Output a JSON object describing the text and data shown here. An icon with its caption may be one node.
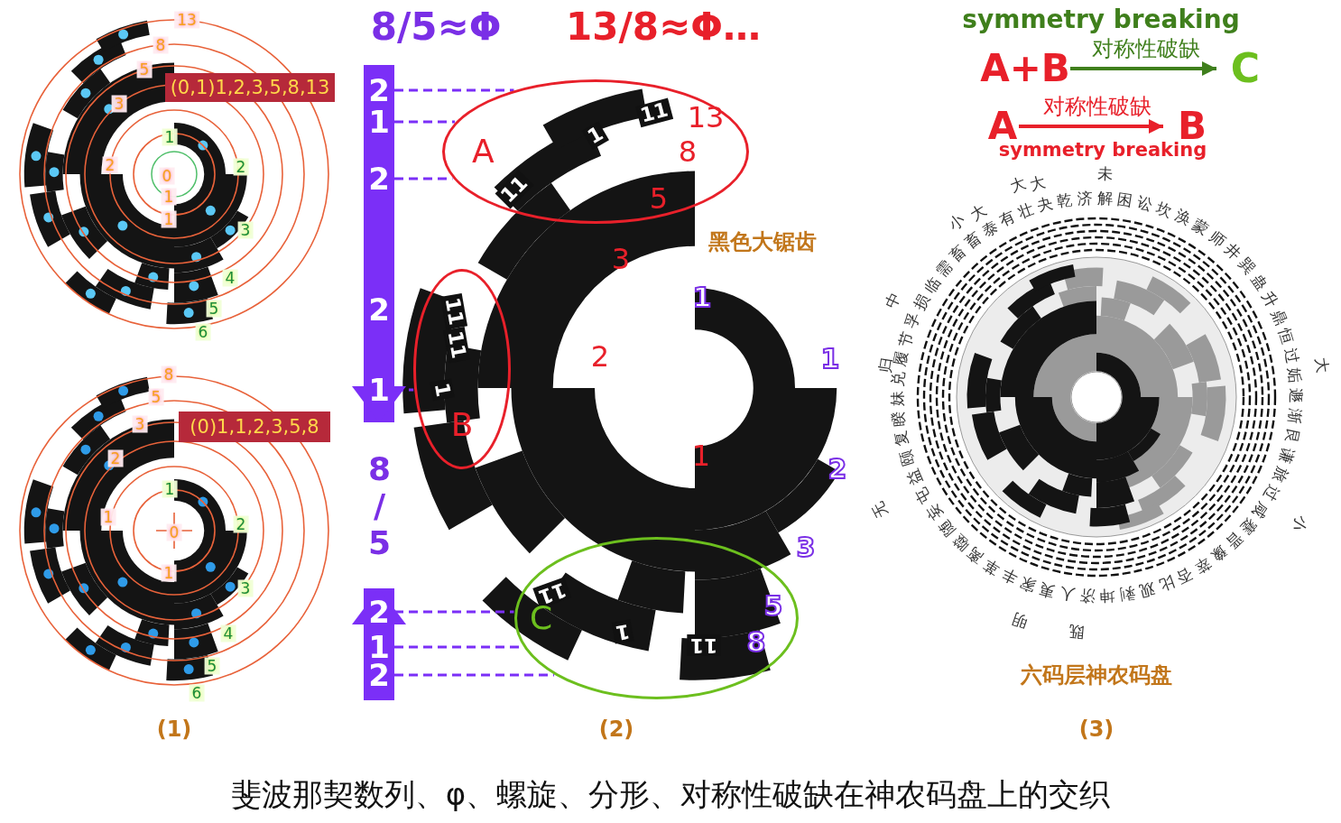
{
  "diagram": {
    "caption": "斐波那契数列、φ、螺旋、分形、对称性破缺在神农码盘上的交织",
    "nodes": [
      {
        "text": [
          "A+B"
        ]
      },
      {
        "text": [
          "C"
        ]
      },
      {
        "text": [
          "A"
        ]
      },
      {
        "text": [
          "B"
        ]
      },
      {
        "text": [
          "(0,1)1,2,3,5,8,13"
        ]
      },
      {
        "text": [
          "(0)1,1,2,3,5,8"
        ]
      },
      {
        "text": [
          "A"
        ]
      },
      {
        "text": [
          "B"
        ]
      },
      {
        "text": [
          "C"
        ]
      },
      {
        "text": [
          "8/5"
        ]
      },
      {
        "text": [
          "2"
        ]
      },
      {
        "text": [
          "1"
        ]
      },
      {
        "text": [
          "2"
        ]
      },
      {
        "text": [
          "2"
        ]
      },
      {
        "text": [
          "1"
        ]
      },
      {
        "text": [
          "2"
        ]
      },
      {
        "text": [
          "1"
        ]
      },
      {
        "text": [
          "2"
        ]
      }
    ],
    "edges": [
      {
        "from": 0,
        "to": 1,
        "arrow": "to",
        "label": "对称性破缺",
        "color": "#3f7f1c"
      },
      {
        "from": 2,
        "to": 3,
        "arrow": "to",
        "label": "对称性破缺",
        "color": "#e8202a"
      },
      {
        "from": 10,
        "to": 9,
        "arrow": "to",
        "style": "thick",
        "color": "#7b2ff7"
      },
      {
        "from": 17,
        "to": 9,
        "arrow": "to",
        "style": "thick",
        "color": "#7b2ff7"
      },
      {
        "from": 10,
        "to": 6,
        "arrow": "none",
        "style": "dashed",
        "color": "#7b2ff7"
      },
      {
        "from": 11,
        "to": 6,
        "arrow": "none",
        "style": "dashed",
        "color": "#7b2ff7"
      },
      {
        "from": 12,
        "to": 6,
        "arrow": "none",
        "style": "dashed",
        "color": "#7b2ff7"
      },
      {
        "from": 14,
        "to": 7,
        "arrow": "none",
        "style": "dashed",
        "color": "#7b2ff7"
      },
      {
        "from": 15,
        "to": 8,
        "arrow": "none",
        "style": "dashed",
        "color": "#7b2ff7"
      },
      {
        "from": 16,
        "to": 8,
        "arrow": "none",
        "style": "dashed",
        "color": "#7b2ff7"
      },
      {
        "from": 17,
        "to": 8,
        "arrow": "none",
        "style": "dashed",
        "color": "#7b2ff7"
      }
    ],
    "labels": [
      "13",
      "8",
      "5",
      "3",
      "2",
      "0",
      "1",
      "1",
      "1",
      "2",
      "3",
      "4",
      "5",
      "6",
      "8",
      "5",
      "3",
      "2",
      "1",
      "0",
      "1",
      "1",
      "2",
      "3",
      "4",
      "5",
      "6",
      "8/5≈Φ",
      "13/8≈Φ…",
      "symmetry breaking",
      "symmetry breaking",
      "13",
      "8",
      "5",
      "3",
      "2",
      "1",
      "1",
      "1",
      "2",
      "3",
      "5",
      "8",
      "11",
      "1",
      "11",
      "11",
      "11",
      "1",
      "11",
      "1",
      "11",
      "黑色大锯齿",
      "未",
      "大",
      "大",
      "大",
      "小",
      "中",
      "归",
      "大",
      "无",
      "小",
      "明",
      "既",
      "噬随妄屯益颐复睽妹兑履节孚损临需畜畜泰有壮夬乾济解困讼坎涣蒙师井巽蛊升鼎恒过姤遯渐艮谦旅过咸蹇晋豫萃否比观剥坤济人夷家丰革离",
      "六码层神农码盘",
      "(1)",
      "(2)",
      "(3)"
    ]
  }
}
